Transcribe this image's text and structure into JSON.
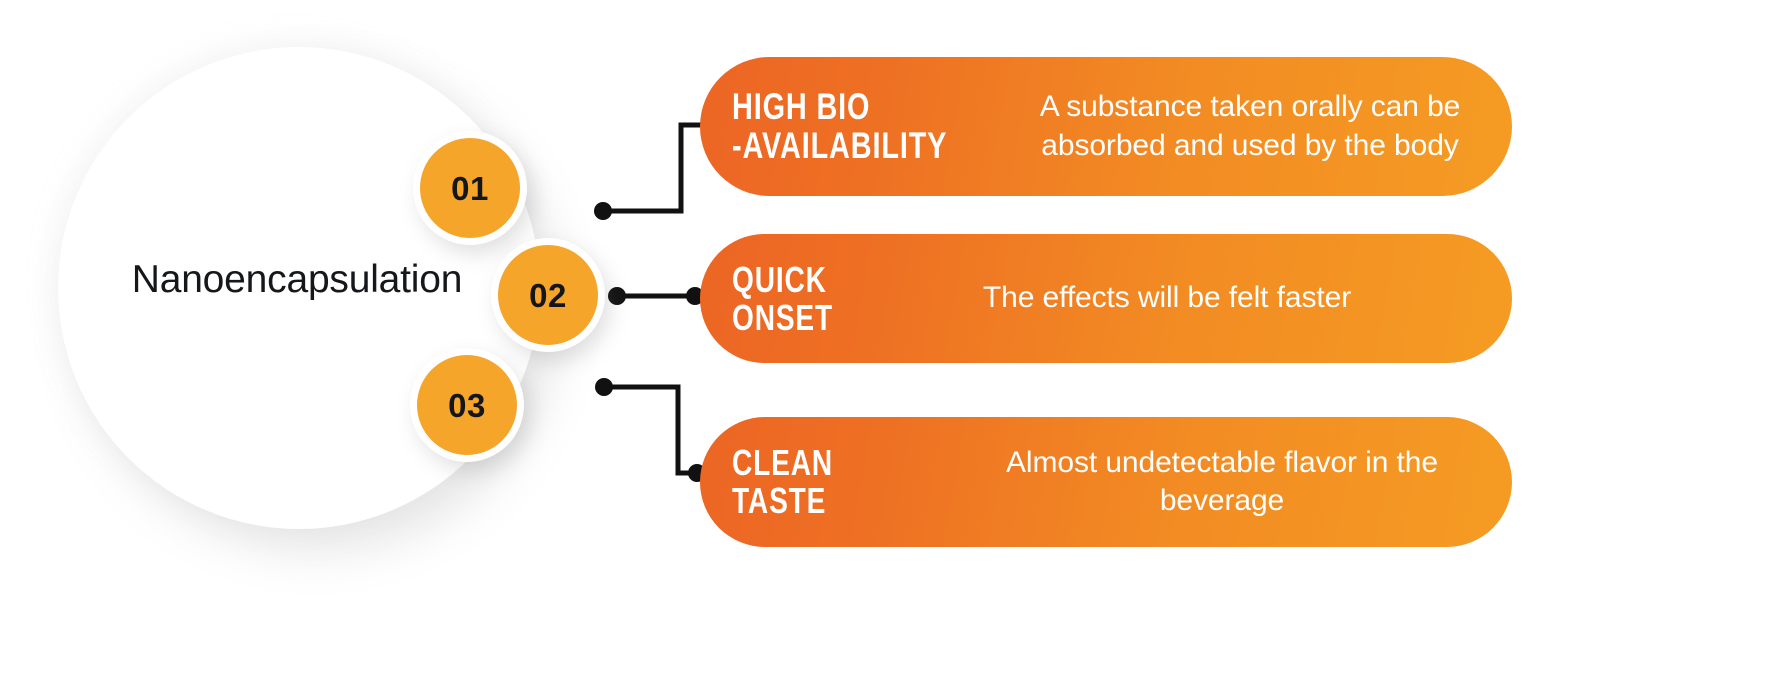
{
  "hub": {
    "label": "Nanoencapsulation"
  },
  "colors": {
    "bar_gradient_start": "#EC6524",
    "bar_gradient_end": "#F59C23",
    "step_circle": "#F4A52A",
    "connector": "#111111",
    "text_dark": "#15171a",
    "text_light": "#ffffff",
    "background": "#ffffff"
  },
  "steps": [
    {
      "number": "01",
      "title": "HIGH BIO\n-AVAILABILITY",
      "description": "A substance taken orally can be\nabsorbed and used by the body"
    },
    {
      "number": "02",
      "title": "QUICK\nONSET",
      "description": "The effects will be felt faster"
    },
    {
      "number": "03",
      "title": "CLEAN\nTASTE",
      "description": "Almost undetectable flavor in the beverage"
    }
  ]
}
